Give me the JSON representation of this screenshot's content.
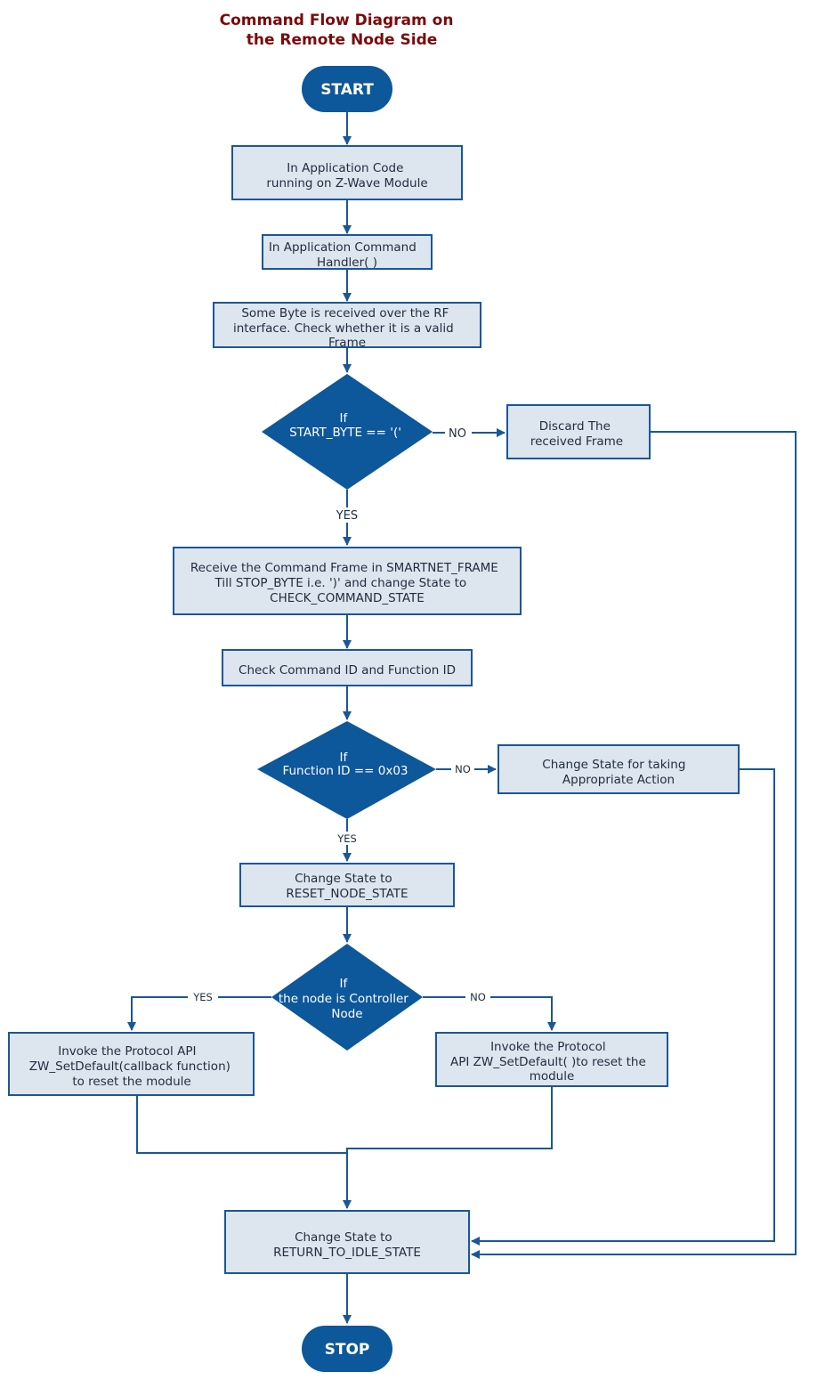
{
  "title": [
    "Command Flow Diagram on",
    "the Remote Node Side"
  ],
  "start_label": "START",
  "stop_label": "STOP",
  "boxes": {
    "app_code": [
      "In Application Code",
      "running on Z-Wave Module"
    ],
    "cmd_handler": [
      "In Application Command",
      "Handler( )"
    ],
    "byte_received": [
      "Some Byte is received over the RF",
      "interface. Check whether it is a valid",
      "Frame"
    ],
    "discard": [
      "Discard The",
      "received Frame"
    ],
    "receive_frame": [
      "Receive the Command Frame in SMARTNET_FRAME",
      "Till STOP_BYTE i.e. ')' and change State to",
      "CHECK_COMMAND_STATE"
    ],
    "check_ids": [
      "Check Command ID and Function ID"
    ],
    "change_action": [
      "Change State for taking",
      "Appropriate Action"
    ],
    "reset_state": [
      "Change State to",
      "RESET_NODE_STATE"
    ],
    "invoke_callback": [
      "Invoke the Protocol API",
      "ZW_SetDefault(callback function)",
      "to reset the module"
    ],
    "invoke_plain": [
      "Invoke the Protocol",
      "API ZW_SetDefault( )to reset the",
      "module"
    ],
    "idle_state": [
      "Change State to",
      "RETURN_TO_IDLE_STATE"
    ]
  },
  "decisions": {
    "start_byte": [
      "If",
      "START_BYTE == '('"
    ],
    "function_id": [
      "If",
      "Function ID == 0x03"
    ],
    "controller": [
      "If",
      "the node is Controller",
      "Node"
    ]
  },
  "edge_labels": {
    "start_byte_no": "NO",
    "start_byte_yes": "YES",
    "function_id_no": "NO",
    "function_id_yes": "YES",
    "controller_yes": "YES",
    "controller_no": "NO"
  },
  "colors": {
    "node_fill": "#0d579b",
    "box_fill": "#dde5ef",
    "connector": "#1a5799",
    "title": "#7a0a0a"
  }
}
